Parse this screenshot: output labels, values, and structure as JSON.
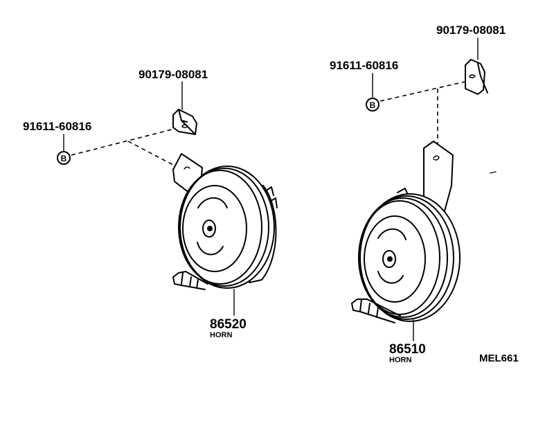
{
  "parts": {
    "left_clip_number": "90179-08081",
    "left_bolt_number": "91611-60816",
    "left_bolt_symbol": "B",
    "left_horn_number": "86520",
    "left_horn_name": "HORN",
    "right_clip_number": "90179-08081",
    "right_bolt_number": "91611-60816",
    "right_bolt_symbol": "B",
    "right_horn_number": "86510",
    "right_horn_name": "HORN"
  },
  "diagram_code": "MEL661"
}
